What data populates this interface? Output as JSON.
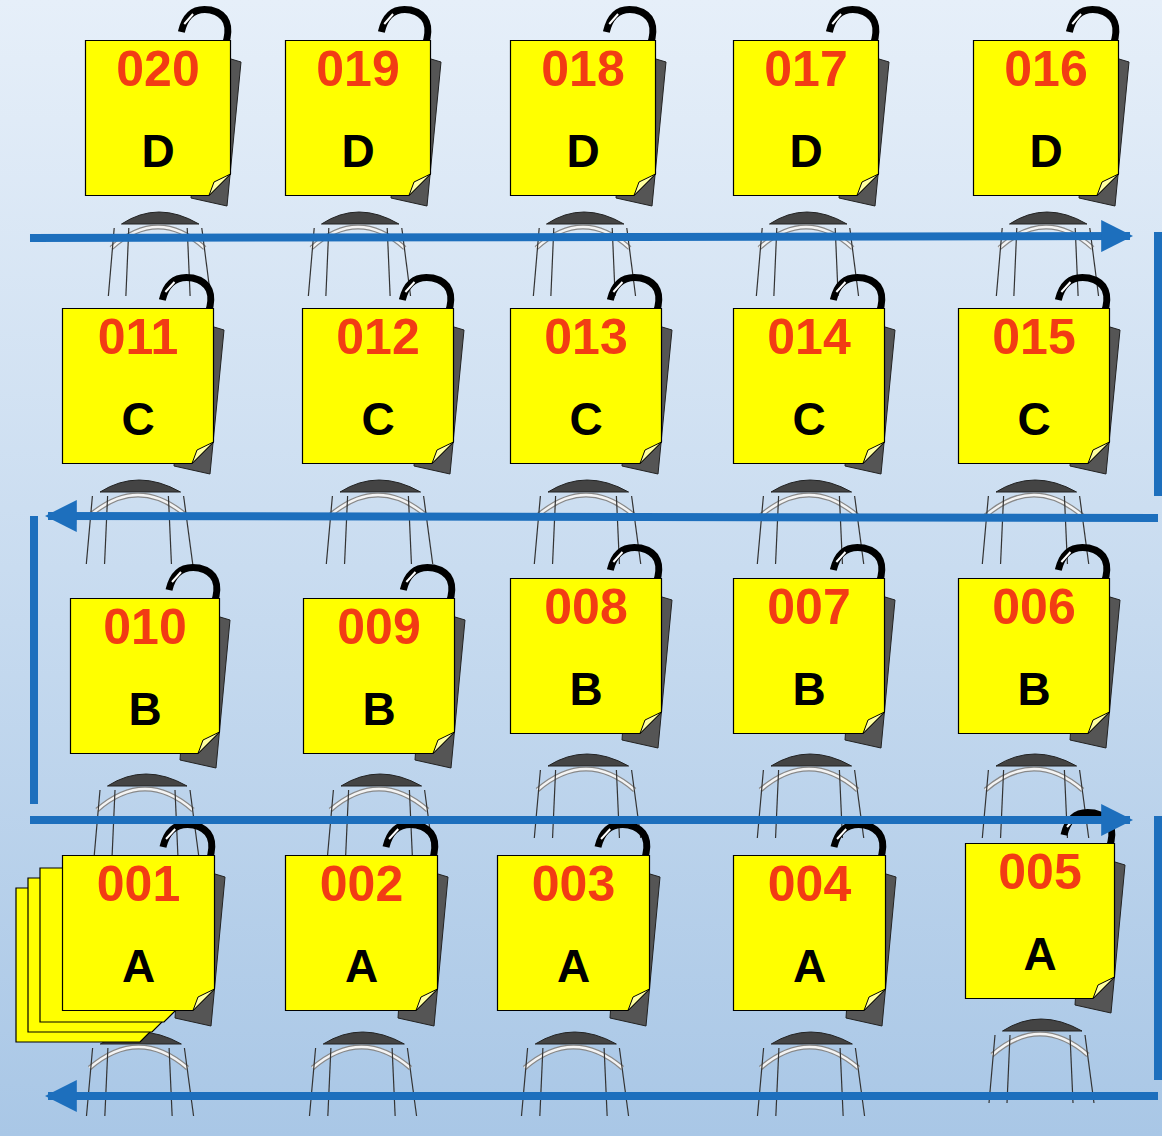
{
  "diagram": {
    "nodes": [
      {
        "text": [
          "020",
          "D"
        ]
      },
      {
        "text": [
          "019",
          "D"
        ]
      },
      {
        "text": [
          "018",
          "D"
        ]
      },
      {
        "text": [
          "017",
          "D"
        ]
      },
      {
        "text": [
          "016",
          "D"
        ]
      },
      {
        "text": [
          "011",
          "C"
        ]
      },
      {
        "text": [
          "012",
          "C"
        ]
      },
      {
        "text": [
          "013",
          "C"
        ]
      },
      {
        "text": [
          "014",
          "C"
        ]
      },
      {
        "text": [
          "015",
          "C"
        ]
      },
      {
        "text": [
          "010",
          "B"
        ]
      },
      {
        "text": [
          "009",
          "B"
        ]
      },
      {
        "text": [
          "008",
          "B"
        ]
      },
      {
        "text": [
          "007",
          "B"
        ]
      },
      {
        "text": [
          "006",
          "B"
        ]
      },
      {
        "text": [
          "001",
          "A"
        ]
      },
      {
        "text": [
          "002",
          "A"
        ]
      },
      {
        "text": [
          "003",
          "A"
        ]
      },
      {
        "text": [
          "004",
          "A"
        ]
      },
      {
        "text": [
          "005",
          "A"
        ]
      }
    ]
  }
}
